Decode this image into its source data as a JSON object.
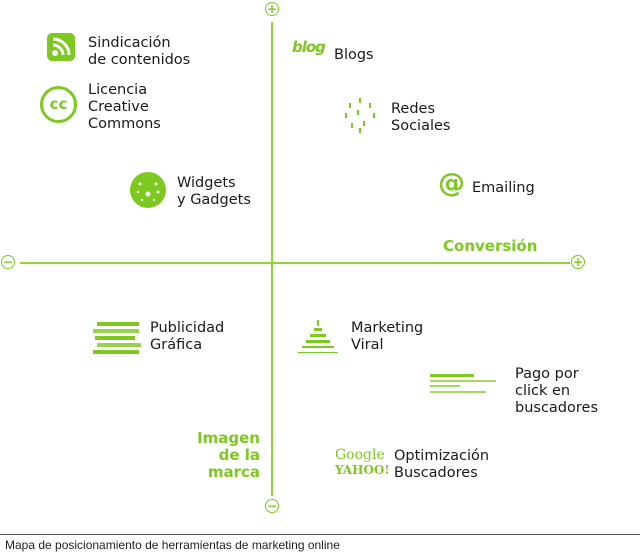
{
  "colors": {
    "accent": "#7dc91f",
    "text": "#1a1a1a"
  },
  "axes": {
    "top": "+",
    "bottom": "−",
    "left": "−",
    "right": "+",
    "x_label": "Conversión",
    "y_label": [
      "Imagen",
      "de la",
      "marca"
    ]
  },
  "items": [
    {
      "id": "sindicacion",
      "lines": [
        "Sindicación",
        "de contenidos"
      ],
      "icon": "rss-icon"
    },
    {
      "id": "creative-commons",
      "lines": [
        "Licencia",
        "Creative",
        "Commons"
      ],
      "icon": "creative-commons-icon",
      "icon_text": "cc"
    },
    {
      "id": "widgets",
      "lines": [
        "Widgets",
        "y Gadgets"
      ],
      "icon": "widget-icon"
    },
    {
      "id": "blogs",
      "lines": [
        "Blogs"
      ],
      "icon": "blog-icon",
      "icon_text": "blog"
    },
    {
      "id": "redes",
      "lines": [
        "Redes",
        "Sociales"
      ],
      "icon": "network-dots-icon"
    },
    {
      "id": "emailing",
      "lines": [
        "Emailing"
      ],
      "icon": "at-sign-icon",
      "icon_text": "@"
    },
    {
      "id": "publicidad",
      "lines": [
        "Publicidad",
        "Gráfica"
      ],
      "icon": "banner-ads-icon"
    },
    {
      "id": "viral",
      "lines": [
        "Marketing",
        "Viral"
      ],
      "icon": "pyramid-icon"
    },
    {
      "id": "ppc",
      "lines": [
        "Pago por",
        "click en",
        "buscadores"
      ],
      "icon": "text-ad-icon"
    },
    {
      "id": "seo",
      "lines": [
        "Optimización",
        "Buscadores"
      ],
      "icon": "search-engines-logo-icon",
      "logos": [
        "Google",
        "YAHOO!"
      ]
    }
  ],
  "caption": "Mapa de posicionamiento de herramientas de marketing online"
}
